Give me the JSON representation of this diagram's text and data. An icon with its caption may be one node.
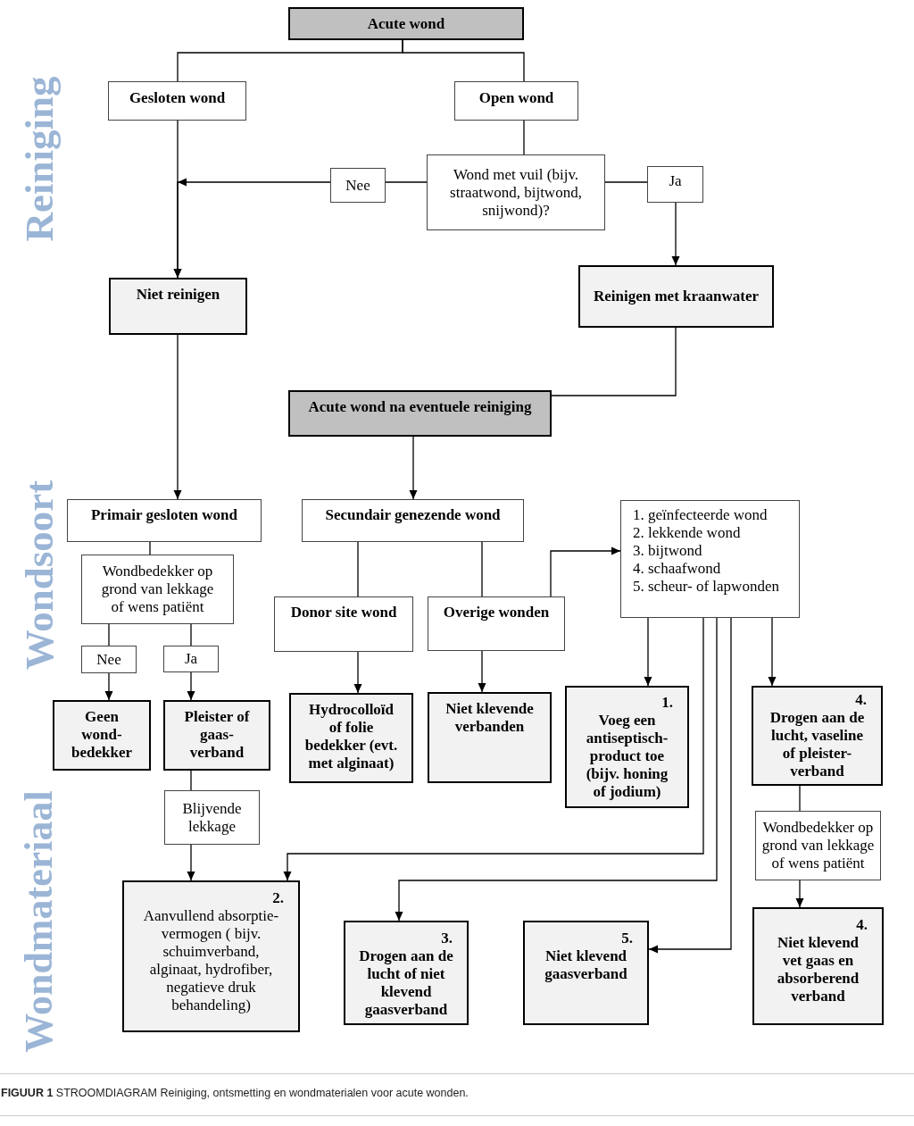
{
  "diagram": {
    "caption": "**FIGUUR 1** STROOMDIAGRAM Reiniging, ontsmetting en wondmaterialen voor acute wonden.",
    "nodes": [
      {
        "text": [
          "Acute wond"
        ]
      },
      {
        "text": [
          "Gesloten wond"
        ]
      },
      {
        "text": [
          "Open wond"
        ]
      },
      {
        "text": [
          "Nee"
        ]
      },
      {
        "text": [
          "Wond met vuil (bijv. straatwond, bijtwond, snijwond)?"
        ]
      },
      {
        "text": [
          "Ja"
        ]
      },
      {
        "text": [
          "Niet reinigen"
        ]
      },
      {
        "text": [
          "Reinigen met kraanwater"
        ]
      },
      {
        "text": [
          "Acute wond na eventuele reiniging"
        ]
      },
      {
        "text": [
          "Primair gesloten wond"
        ]
      },
      {
        "text": [
          "Secundair genezende wond"
        ]
      },
      {
        "text": [
          "Wondbedekker op grond van lekkage of wens patiënt"
        ]
      },
      {
        "text": [
          "Nee"
        ]
      },
      {
        "text": [
          "Ja"
        ]
      },
      {
        "text": [
          "Geen wond-bedekker"
        ]
      },
      {
        "text": [
          "Pleister of gaas-verband"
        ]
      },
      {
        "text": [
          "Donor site wond"
        ]
      },
      {
        "text": [
          "Overige wonden"
        ]
      },
      {
        "text": [
          "1. geïnfecteerde wond",
          "2. lekkende wond",
          "3. bijtwond",
          "4. schaafwond",
          "5. scheur- of lapwonden"
        ]
      },
      {
        "text": [
          "Hydrocolloïd of folie bedekker (evt. met alginaat)"
        ]
      },
      {
        "text": [
          "Niet klevende verbanden"
        ]
      },
      {
        "text": [
          "1.",
          "Voeg een antiseptisch-product toe (bijv. honing of jodium)"
        ]
      },
      {
        "text": [
          "4.",
          "Drogen aan de lucht, vaseline of pleister-verband"
        ]
      },
      {
        "text": [
          "Blijvende lekkage"
        ]
      },
      {
        "text": [
          "Wondbedekker op grond van lekkage of wens patiënt"
        ]
      },
      {
        "text": [
          "2.",
          "Aanvullend absorptie-vermogen ( bijv. schuimverband, alginaat, hydrofiber, negatieve druk behandeling)"
        ]
      },
      {
        "text": [
          "3.",
          "Drogen aan de lucht of niet klevend gaasverband"
        ]
      },
      {
        "text": [
          "5.",
          "Niet klevend gaasverband"
        ]
      },
      {
        "text": [
          "4.",
          "Niet klevend vet gaas en absorberend verband"
        ]
      }
    ],
    "edges": [
      {
        "from": 0,
        "to": 1,
        "arrow": "none"
      },
      {
        "from": 0,
        "to": 2,
        "arrow": "none"
      },
      {
        "from": 1,
        "to": 6,
        "arrow": "to"
      },
      {
        "from": 2,
        "to": 4,
        "arrow": "none"
      },
      {
        "from": 4,
        "to": 3,
        "arrow": "none"
      },
      {
        "from": 3,
        "to": 6,
        "arrow": "to"
      },
      {
        "from": 4,
        "to": 5,
        "arrow": "none"
      },
      {
        "from": 5,
        "to": 7,
        "arrow": "to"
      },
      {
        "from": 7,
        "to": 8,
        "arrow": "none"
      },
      {
        "from": 6,
        "to": 9,
        "arrow": "to"
      },
      {
        "from": 8,
        "to": 10,
        "arrow": "to"
      },
      {
        "from": 9,
        "to": 11,
        "arrow": "none"
      },
      {
        "from": 11,
        "to": 12,
        "arrow": "none"
      },
      {
        "from": 11,
        "to": 13,
        "arrow": "none"
      },
      {
        "from": 12,
        "to": 14,
        "arrow": "to"
      },
      {
        "from": 13,
        "to": 15,
        "arrow": "to"
      },
      {
        "from": 10,
        "to": 16,
        "arrow": "none"
      },
      {
        "from": 10,
        "to": 17,
        "arrow": "none"
      },
      {
        "from": 17,
        "to": 18,
        "arrow": "to"
      },
      {
        "from": 16,
        "to": 19,
        "arrow": "to"
      },
      {
        "from": 17,
        "to": 20,
        "arrow": "to"
      },
      {
        "from": 18,
        "to": 21,
        "arrow": "to"
      },
      {
        "from": 18,
        "to": 22,
        "arrow": "to"
      },
      {
        "from": 15,
        "to": 23,
        "arrow": "none"
      },
      {
        "from": 22,
        "to": 24,
        "arrow": "none"
      },
      {
        "from": 23,
        "to": 25,
        "arrow": "to"
      },
      {
        "from": 18,
        "to": 25,
        "arrow": "to"
      },
      {
        "from": 18,
        "to": 26,
        "arrow": "to"
      },
      {
        "from": 18,
        "to": 27,
        "arrow": "to"
      },
      {
        "from": 24,
        "to": 28,
        "arrow": "to"
      }
    ],
    "labels": [
      "Reiniging",
      "Wondsoort",
      "Wondmateriaal"
    ]
  }
}
